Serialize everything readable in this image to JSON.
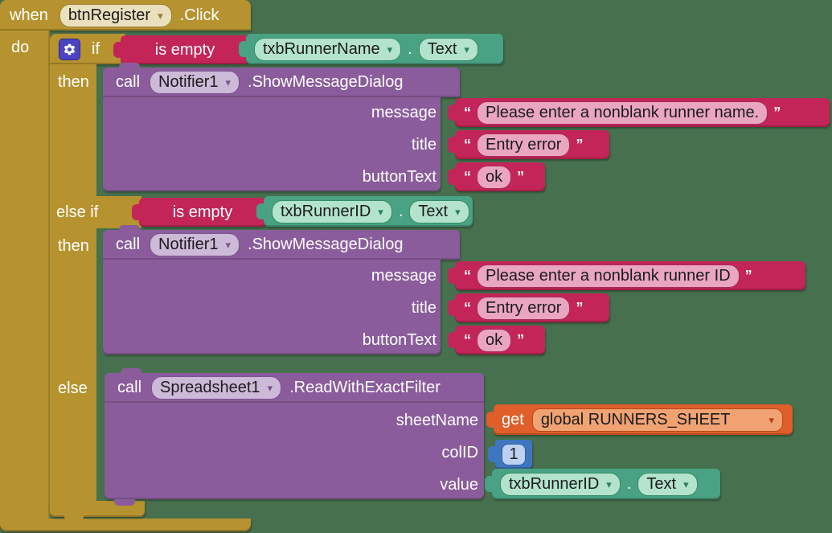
{
  "workspace": {
    "background_color": "#47704E"
  },
  "colors": {
    "event_block": "#B6932F",
    "logic_text_block": "#C42558",
    "component_call_block": "#8A5C9B",
    "component_getter_block": "#48A283",
    "variable_block": "#DF5E29",
    "math_block": "#3F76C0"
  },
  "when_block": {
    "keyword": "when",
    "component": "btnRegister",
    "event": ".Click",
    "do_label": "do"
  },
  "if_block": {
    "if_label": "if",
    "then_label_1": "then",
    "else_if_label": "else if",
    "then_label_2": "then",
    "else_label": "else"
  },
  "condition_1": {
    "operator": "is empty",
    "component": "txbRunnerName",
    "dot": ".",
    "property": "Text"
  },
  "condition_2": {
    "operator": "is empty",
    "component": "txbRunnerID",
    "dot": ".",
    "property": "Text"
  },
  "notifier_call_1": {
    "keyword": "call",
    "component": "Notifier1",
    "method": ".ShowMessageDialog",
    "args": [
      {
        "label": "message",
        "open": "“",
        "text": "Please enter a nonblank runner name.",
        "close": "”"
      },
      {
        "label": "title",
        "open": "“",
        "text": "Entry error",
        "close": "”"
      },
      {
        "label": "buttonText",
        "open": "“",
        "text": "ok",
        "close": "”"
      }
    ]
  },
  "notifier_call_2": {
    "keyword": "call",
    "component": "Notifier1",
    "method": ".ShowMessageDialog",
    "args": [
      {
        "label": "message",
        "open": "“",
        "text": "Please enter a nonblank runner ID",
        "close": "”"
      },
      {
        "label": "title",
        "open": "“",
        "text": "Entry error",
        "close": "”"
      },
      {
        "label": "buttonText",
        "open": "“",
        "text": "ok",
        "close": "”"
      }
    ]
  },
  "spreadsheet_call": {
    "keyword": "call",
    "component": "Spreadsheet1",
    "method": ".ReadWithExactFilter",
    "args": [
      {
        "label": "sheetName"
      },
      {
        "label": "colID"
      },
      {
        "label": "value"
      }
    ],
    "sheet_name_value": {
      "keyword": "get",
      "variable": "global RUNNERS_SHEET"
    },
    "col_id_value": "1",
    "value_getter": {
      "component": "txbRunnerID",
      "dot": ".",
      "property": "Text"
    }
  }
}
